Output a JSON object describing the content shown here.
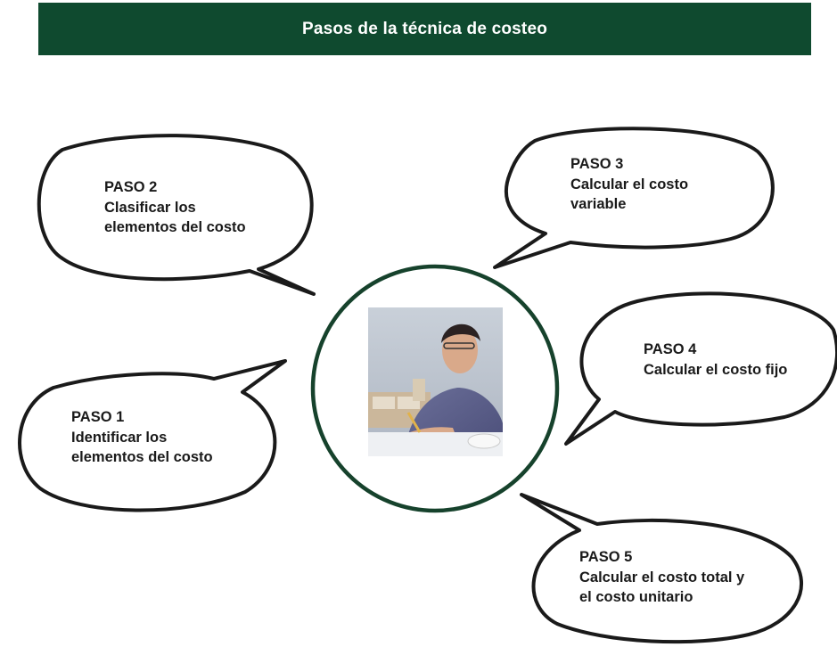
{
  "title": "Pasos de la técnica de costeo",
  "steps": [
    {
      "label": "PASO 1",
      "line1": "Identificar los",
      "line2": "elementos del costo"
    },
    {
      "label": "PASO 2",
      "line1": "Clasificar los",
      "line2": "elementos del costo"
    },
    {
      "label": "PASO 3",
      "line1": "Calcular el costo",
      "line2": "variable"
    },
    {
      "label": "PASO 4",
      "line1": "Calcular el costo fijo",
      "line2": ""
    },
    {
      "label": "PASO 5",
      "line1": "Calcular el costo total y",
      "line2": "el costo unitario"
    }
  ],
  "colors": {
    "header_bg": "#0f4a2f",
    "circle_stroke": "#16422c",
    "bubble_stroke": "#1a1a1a"
  },
  "center_image": "man-drafting-at-desk-photo"
}
